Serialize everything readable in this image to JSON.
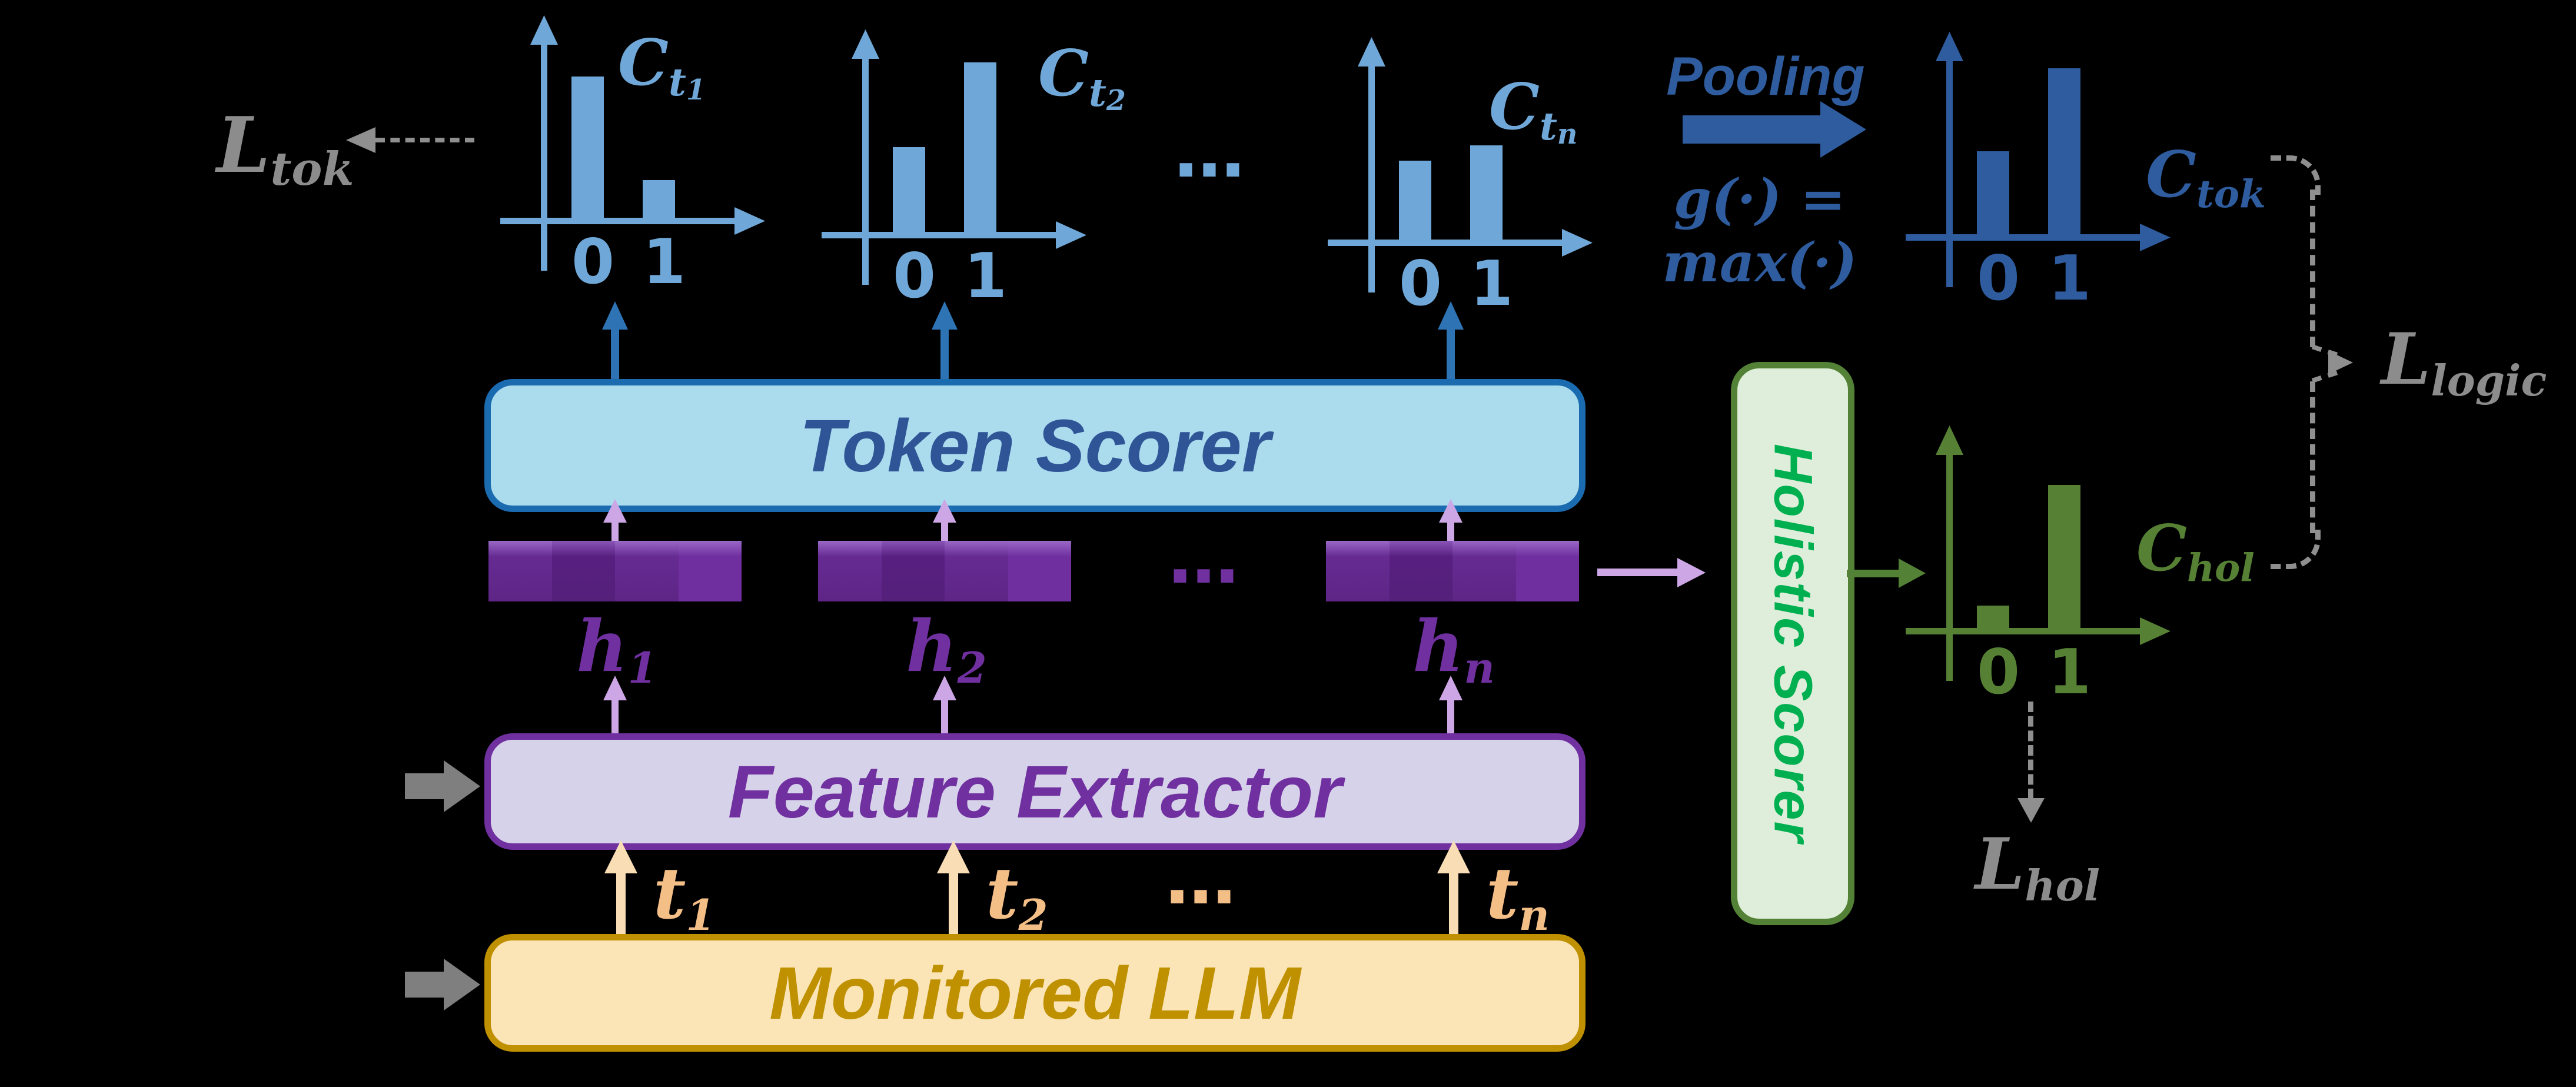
{
  "colors": {
    "background": "#000000",
    "light_blue": "#6FA8D8",
    "dark_blue": "#2E5C9E",
    "arrow_blue": "#2E74B5",
    "purple": "#7030A0",
    "lavender_arrow": "#CDA6E6",
    "orange_arrow": "#F9DDB5",
    "orange_text": "#F4BE87",
    "green_dark": "#538135",
    "green_text": "#00B050",
    "gold": "#BF9000",
    "gray_text": "#8C8C8C",
    "gray_dash": "#8F8F8F",
    "gray_arrow": "#7F7F7F",
    "token_fill": "#ABDCEE",
    "token_border": "#1B6BB0",
    "token_text": "#2F5597",
    "fe_fill": "#D6D2E9",
    "llm_fill": "#FBE5B6",
    "hs_fill": "#DFEEDB"
  },
  "boxes": {
    "token_scorer": "Token Scorer",
    "feature_extractor": "Feature Extractor",
    "monitored_llm": "Monitored LLM",
    "holistic_scorer": "Holistic Scorer"
  },
  "losses": {
    "l_tok": {
      "base": "L",
      "sub": "tok"
    },
    "l_logic": {
      "base": "L",
      "sub": "logic"
    },
    "l_hol": {
      "base": "L",
      "sub": "hol"
    }
  },
  "pooling": {
    "label": "Pooling",
    "formula": "g(·) = max(·)"
  },
  "features": {
    "items": [
      {
        "base": "h",
        "sub": "1"
      },
      {
        "base": "h",
        "sub": "2"
      },
      {
        "base": "h",
        "sub": "n"
      }
    ],
    "ellipsis": "…"
  },
  "tokens": {
    "items": [
      {
        "base": "t",
        "sub": "1"
      },
      {
        "base": "t",
        "sub": "2"
      },
      {
        "base": "t",
        "sub": "n"
      }
    ],
    "ellipsis": "…"
  },
  "charts_ellipsis": "…",
  "chart_data": [
    {
      "id": "C_t1",
      "type": "bar",
      "title": {
        "base": "C",
        "sub": "t",
        "subsub": "1"
      },
      "categories": [
        "0",
        "1"
      ],
      "values": [
        0.75,
        0.2
      ],
      "ylim": [
        0,
        1
      ],
      "color": "#6FA8D8",
      "grid": false,
      "axes": "arrowed"
    },
    {
      "id": "C_t2",
      "type": "bar",
      "title": {
        "base": "C",
        "sub": "t",
        "subsub": "2"
      },
      "categories": [
        "0",
        "1"
      ],
      "values": [
        0.45,
        0.9
      ],
      "ylim": [
        0,
        1
      ],
      "color": "#6FA8D8",
      "grid": false,
      "axes": "arrowed"
    },
    {
      "id": "C_tn",
      "type": "bar",
      "title": {
        "base": "C",
        "sub": "t",
        "subsub": "n"
      },
      "categories": [
        "0",
        "1"
      ],
      "values": [
        0.42,
        0.5
      ],
      "ylim": [
        0,
        1
      ],
      "color": "#6FA8D8",
      "grid": false,
      "axes": "arrowed"
    },
    {
      "id": "C_tok",
      "type": "bar",
      "title": {
        "base": "C",
        "sub": "tok",
        "subsub": ""
      },
      "categories": [
        "0",
        "1"
      ],
      "values": [
        0.44,
        0.88
      ],
      "ylim": [
        0,
        1
      ],
      "color": "#2E5C9E",
      "grid": false,
      "axes": "arrowed"
    },
    {
      "id": "C_hol",
      "type": "bar",
      "title": {
        "base": "C",
        "sub": "hol",
        "subsub": ""
      },
      "categories": [
        "0",
        "1"
      ],
      "values": [
        0.12,
        0.76
      ],
      "ylim": [
        0,
        1
      ],
      "color": "#568135",
      "grid": false,
      "axes": "arrowed"
    }
  ]
}
